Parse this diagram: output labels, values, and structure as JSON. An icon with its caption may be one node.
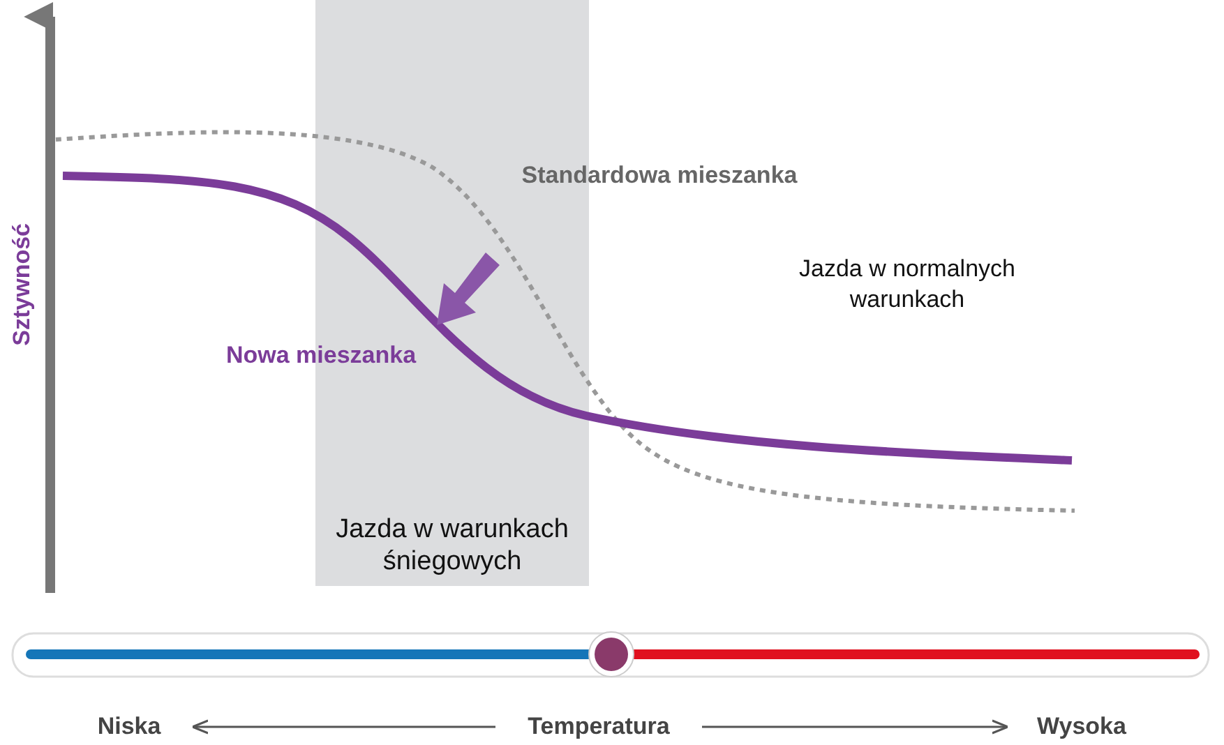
{
  "diagram": {
    "labels": [
      "Standardowa mieszanka",
      "Jazda w normalnych warunkach",
      "Sztywność",
      "Nowa mieszanka",
      "Jazda w warunkach śniegowych",
      "Niska",
      "Temperatura",
      "Wysoka"
    ]
  }
}
